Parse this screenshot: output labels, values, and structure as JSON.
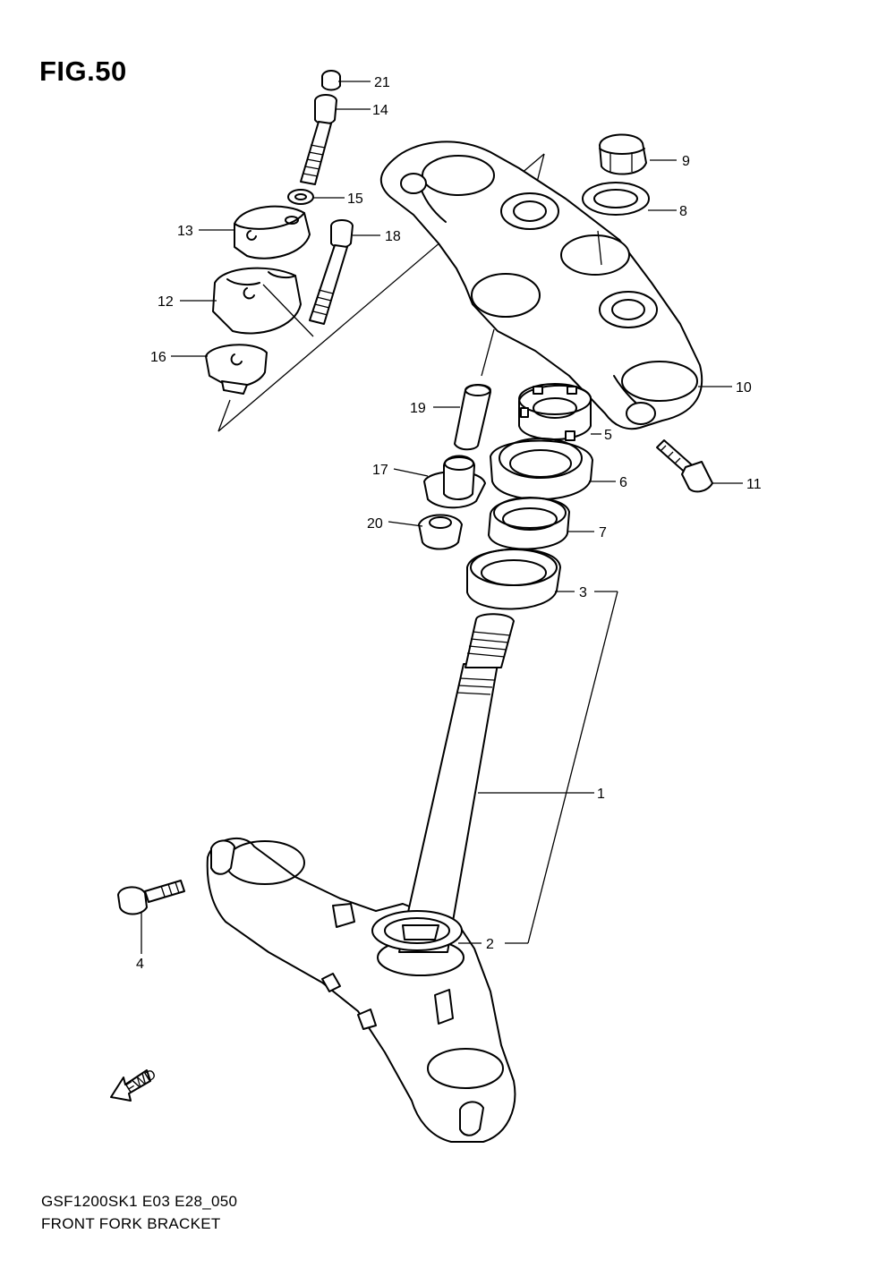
{
  "figure": {
    "title": "FIG.50"
  },
  "footer": {
    "code": "GSF1200SK1 E03 E28_050",
    "name": "FRONT FORK BRACKET"
  },
  "fwd_label": "FWD",
  "callouts": [
    "1",
    "2",
    "3",
    "4",
    "5",
    "6",
    "7",
    "8",
    "9",
    "10",
    "11",
    "12",
    "13",
    "14",
    "15",
    "16",
    "17",
    "18",
    "19",
    "20",
    "21"
  ]
}
